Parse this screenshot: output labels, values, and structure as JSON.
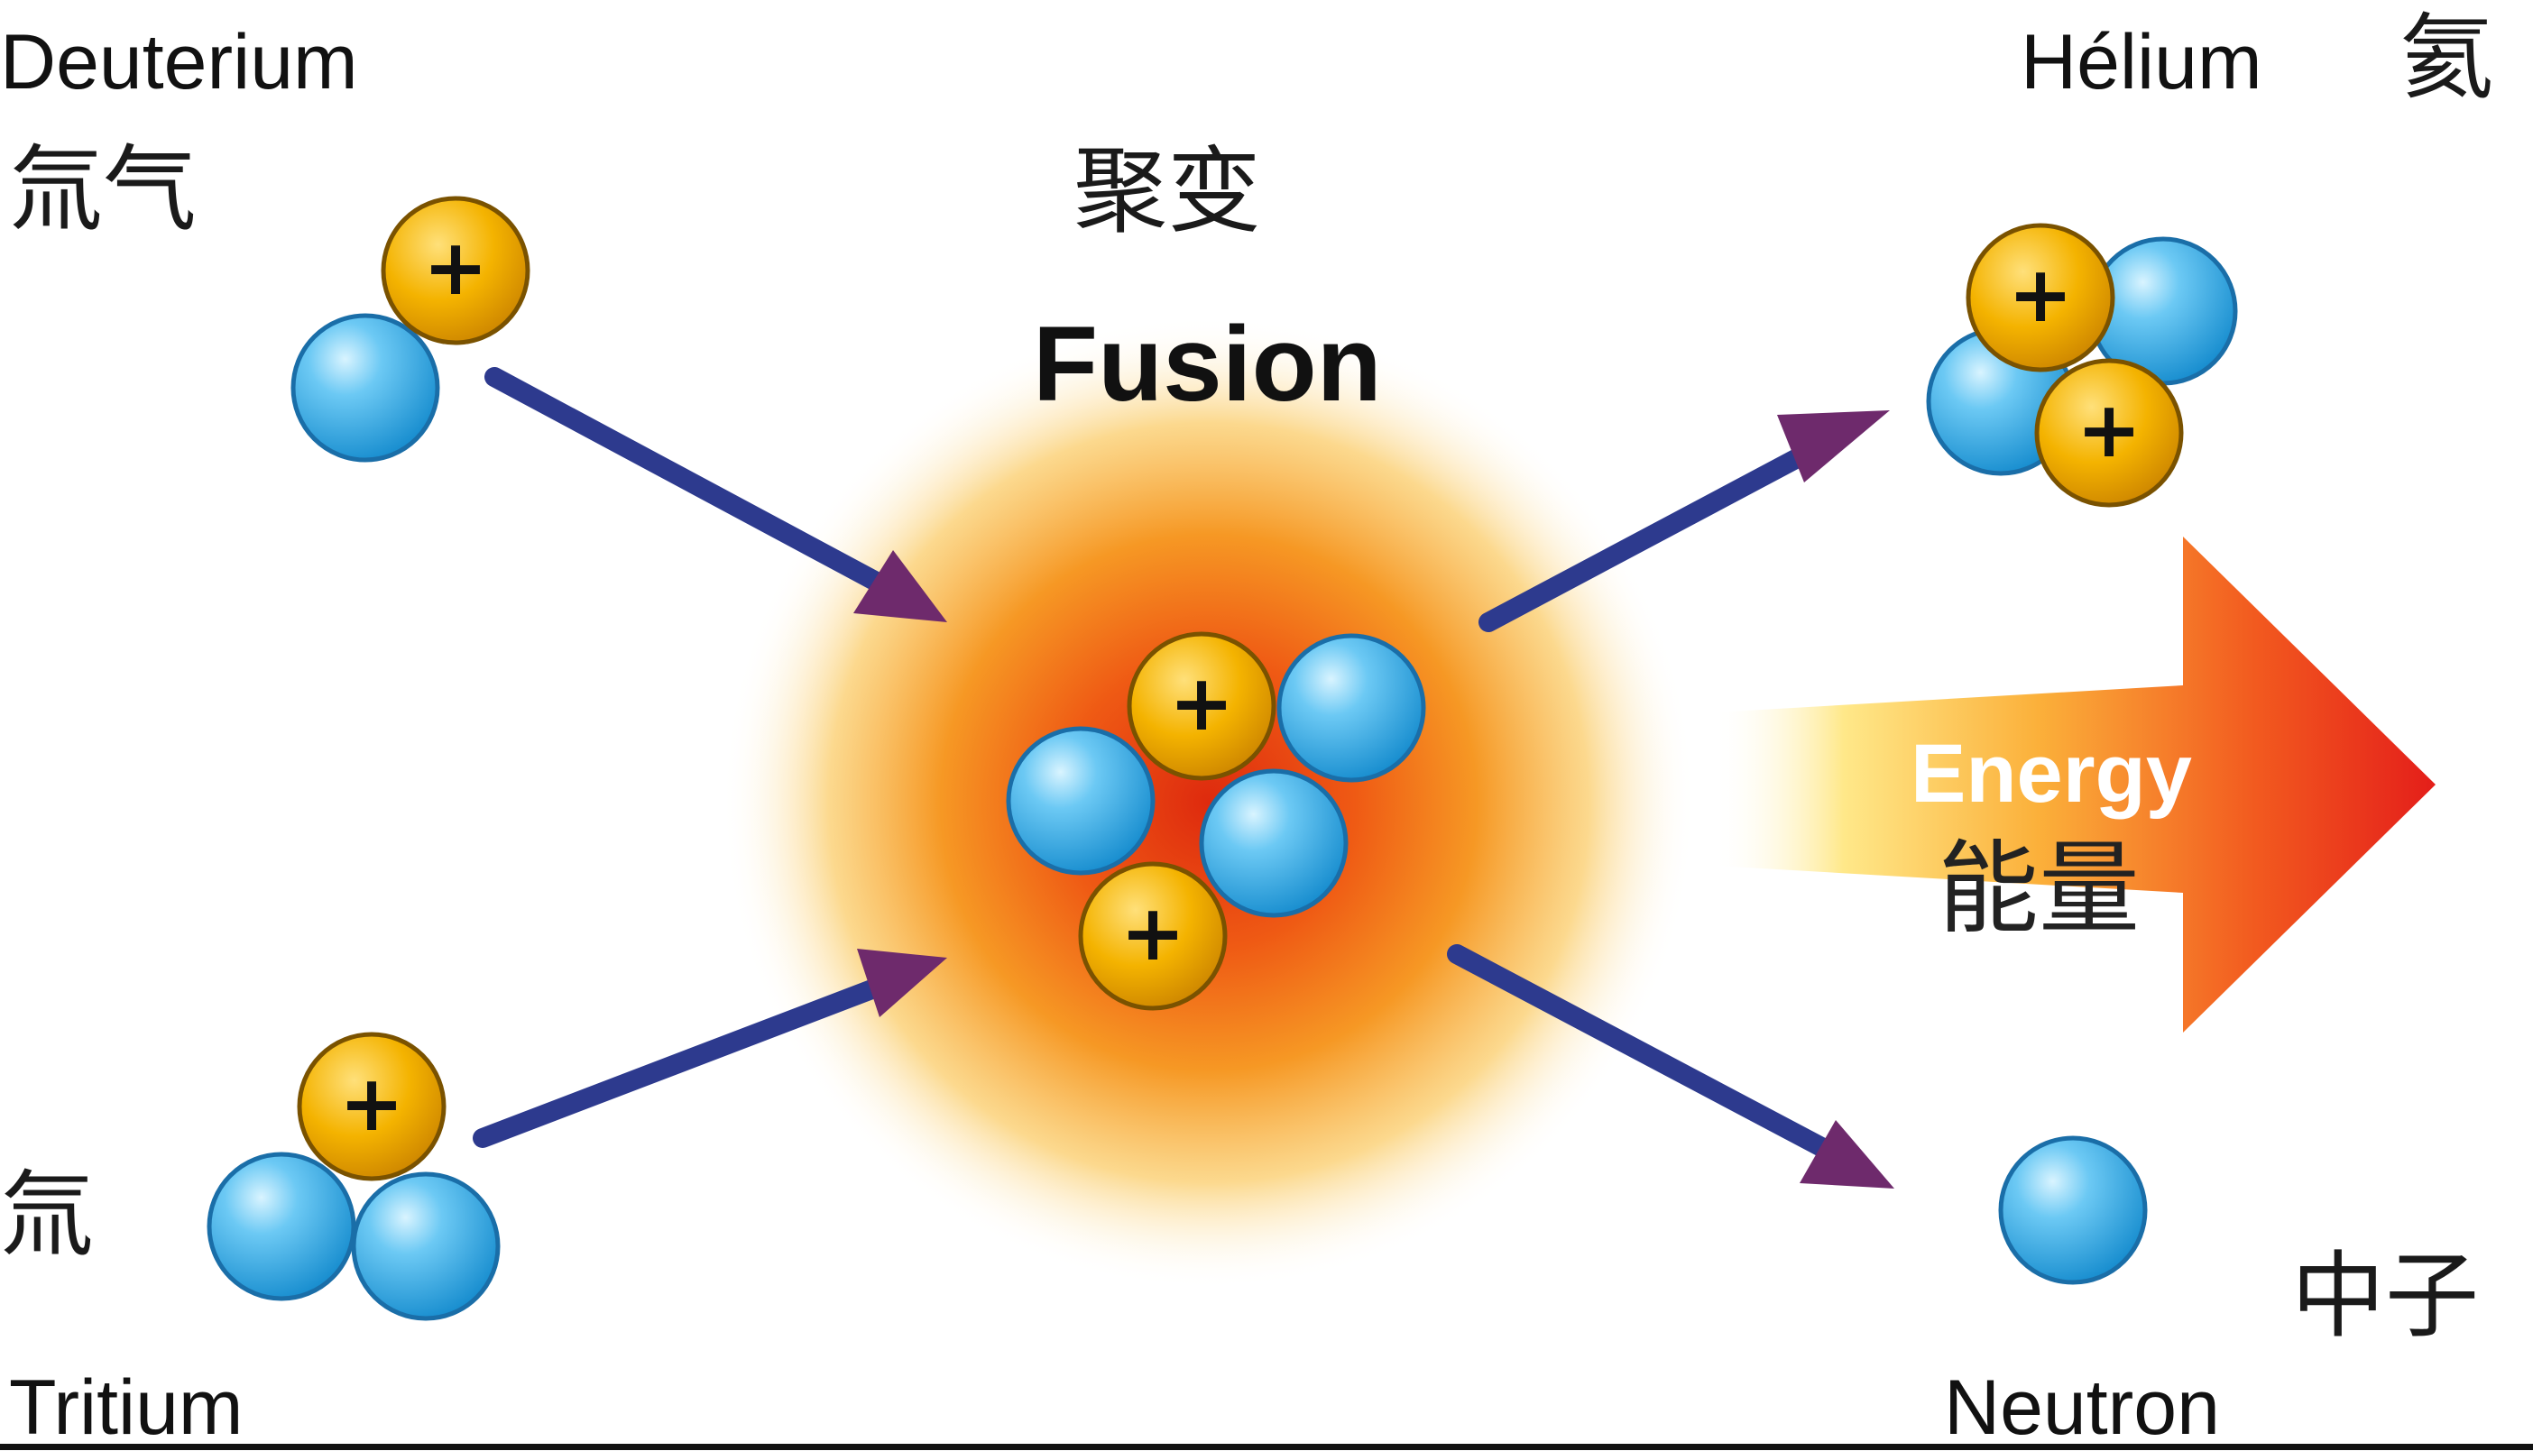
{
  "labels": {
    "deuterium": "Deuterium",
    "deuterium_cn": "氚气",
    "tritium": "Tritium",
    "tritium_cn": "氚",
    "fusion": "Fusion",
    "fusion_cn": "聚变",
    "helium": "Hélium",
    "helium_cn": "氦",
    "neutron": "Neutron",
    "neutron_cn": "中子",
    "energy": "Energy",
    "energy_cn": "能量"
  },
  "particle_sign": "+",
  "colors": {
    "proton": "#f2b400",
    "proton_edge": "#b87a00",
    "neutron": "#3db2ec",
    "neutron_edge": "#1a7fbf",
    "arrow_start": "#263f96",
    "arrow_end": "#7a2a6e",
    "glow_core": "#e03a12",
    "glow_mid": "#f8a022",
    "energy_tip": "#e8231a",
    "energy_tail": "#ffe07a"
  }
}
